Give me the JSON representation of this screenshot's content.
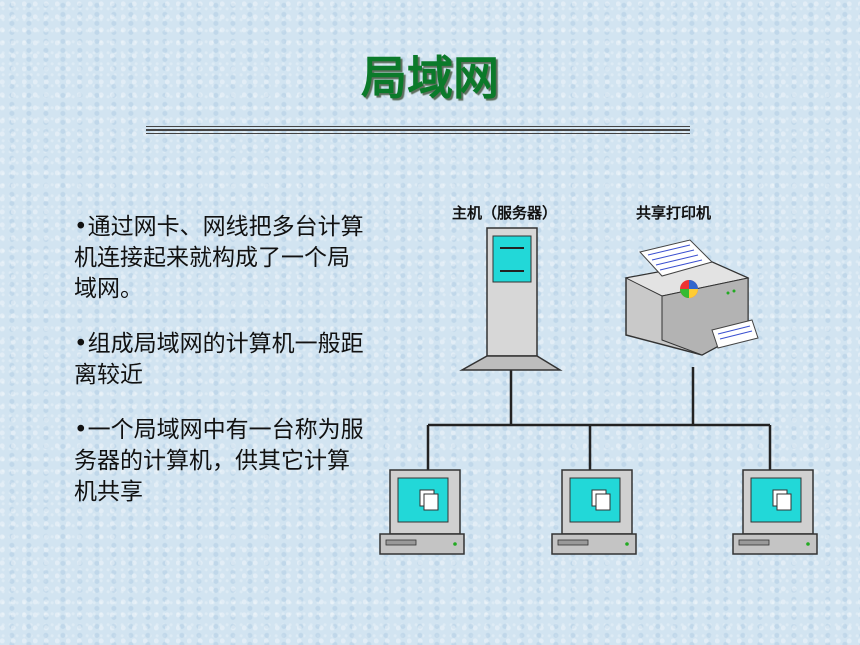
{
  "title": "局域网",
  "bullets": [
    "•通过网卡、网线把多台计算机连接起来就构成了一个局域网。",
    "•组成局域网的计算机一般距离较近",
    "•一个局域网中有一台称为服务器的计算机，供其它计算机共享"
  ],
  "diagram": {
    "server_label": "主机（服务器）",
    "printer_label": "共享打印机"
  },
  "colors": {
    "title": "#0b7a2a",
    "background": "#d2e4f1",
    "screen": "#22d8d8",
    "device_body": "#c8c8c8"
  }
}
